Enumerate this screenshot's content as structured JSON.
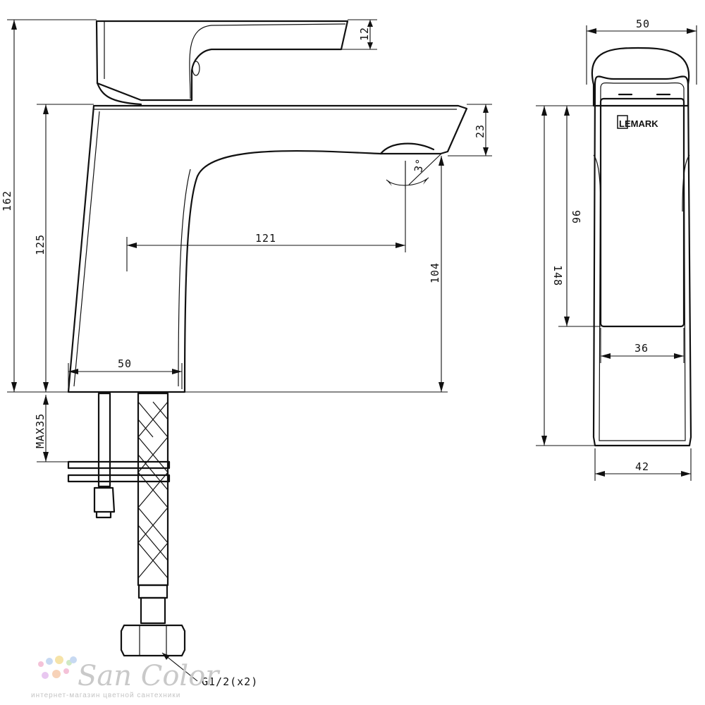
{
  "drawing": {
    "dimensions": {
      "total_height": "162",
      "handle_thickness": "12",
      "spout_thickness": "23",
      "body_height": "125",
      "spout_reach": "121",
      "tilt_angle": "3°",
      "outlet_height": "104",
      "base_width": "50",
      "max_mount": "MAX35",
      "side_width_top": "50",
      "side_height": "148",
      "face_height": "96",
      "face_width": "36",
      "side_width_base": "42"
    },
    "connection_label": "G1/2(x2)",
    "brand_logo": "LEMARK"
  },
  "watermark": {
    "name": "San Color",
    "tagline": "интернет-магазин цветной сантехники",
    "dot_colors": [
      "#f4c2d8",
      "#c7d9f2",
      "#f6e3a8",
      "#cfe9c4",
      "#e8c7f0",
      "#f7d2b8"
    ]
  }
}
